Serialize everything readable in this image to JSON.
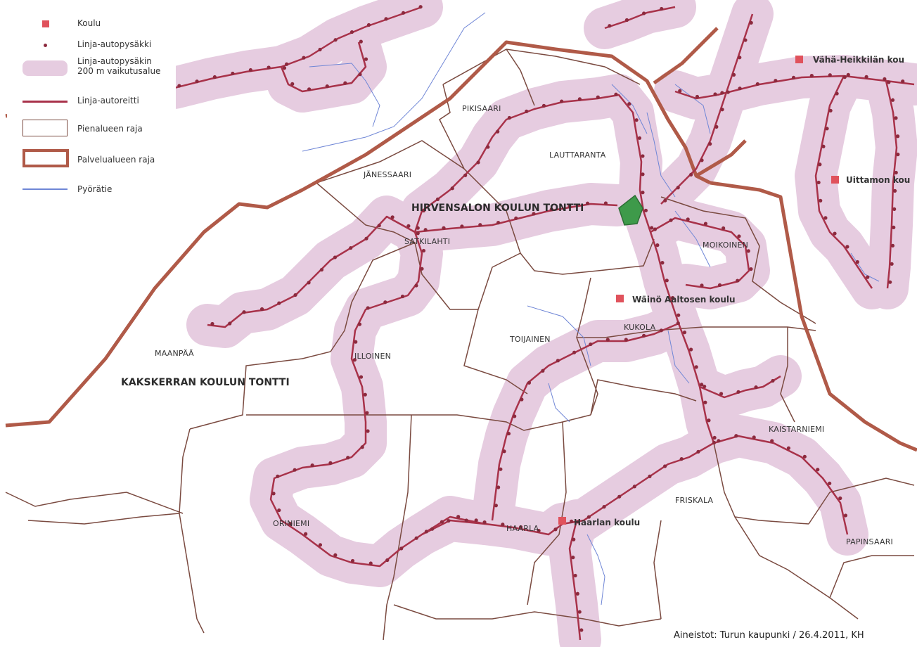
{
  "legend": {
    "items": [
      {
        "label": "Koulu"
      },
      {
        "label": "Linja-autopysäkki"
      },
      {
        "label": "Linja-autopysäkin\n200 m vaikutusalue"
      },
      {
        "label": "Linja-autoreitti"
      },
      {
        "label": "Pienalueen raja"
      },
      {
        "label": "Palvelualueen raja"
      },
      {
        "label": "Pyörätie"
      }
    ]
  },
  "areas": {
    "pikisaari": "PIKISAARI",
    "lauttaranta": "LAUTTARANTA",
    "janessaari": "JÄNESSAARI",
    "satkilahti": "SATKILAHTI",
    "moikoinen": "MOIKOINEN",
    "toijainen": "TOIJAINEN",
    "kukola": "KUKOLA",
    "illoinen": "ILLOINEN",
    "maanpaa": "MAANPÄÄ",
    "kaistarniemi": "KAISTARNIEMI",
    "friskala": "FRISKALA",
    "oriniemi": "ORINIEMI",
    "haarla": "HAARLA",
    "papinsaari": "PAPINSAARI"
  },
  "sites": {
    "hirvensalo": "HIRVENSALON KOULUN TONTTI",
    "kakskerta": "KAKSKERRAN KOULUN TONTTI"
  },
  "schools": {
    "vaha_heikkila": "Vähä-Heikkilän kou",
    "uittamo": "Uittamon kou",
    "waino": "Wäinö Aaltosen koulu",
    "haarla": "Haarlan koulu"
  },
  "source": "Aineistot: Turun kaupunki / 26.4.2011, KH",
  "colors": {
    "buffer": "#e6cce0",
    "route": "#a8324a",
    "stop": "#8c2a3e",
    "boundary": "#7a4a40",
    "service_boundary": "#b05a48",
    "cycle": "#6f86d6",
    "school": "#e0525c",
    "site_fill": "#3e9a4a"
  }
}
